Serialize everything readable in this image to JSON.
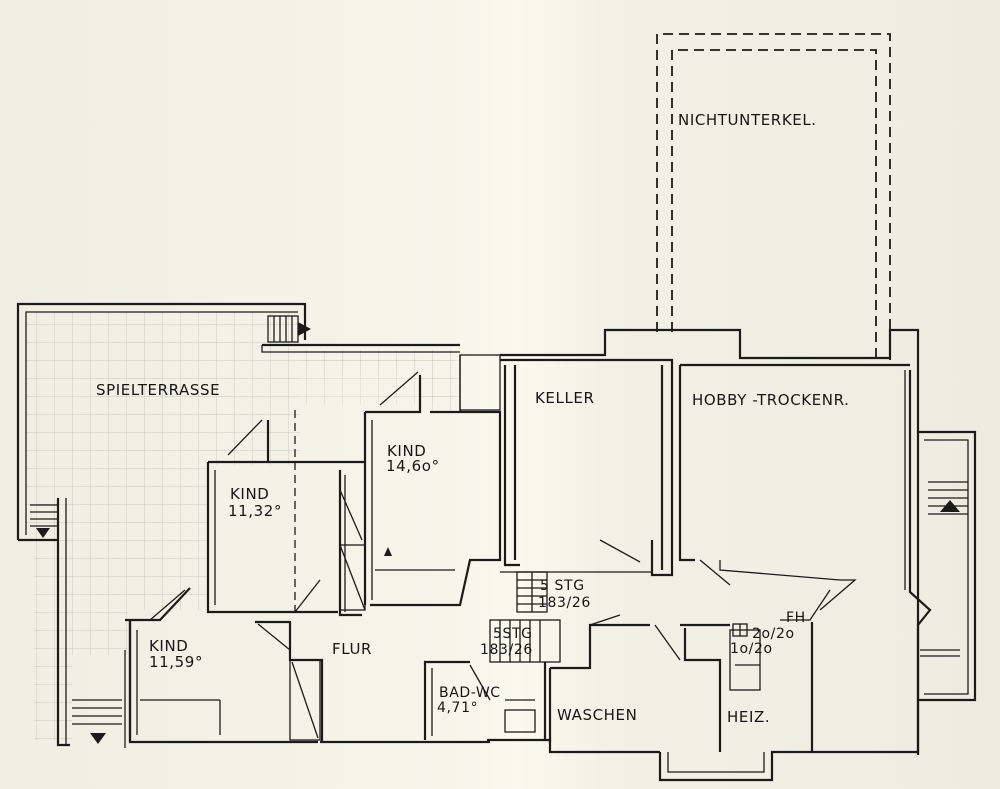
{
  "rooms": {
    "nichtunterkel": "NICHTUNTERKEL.",
    "spielterrasse": "SPIELTERRASSE",
    "keller": "KELLER",
    "hobby": "HOBBY -TROCKENR.",
    "kind_1": {
      "name": "KIND",
      "area": "14,6o°"
    },
    "kind_2": {
      "name": "KIND",
      "area": "11,32°"
    },
    "kind_3": {
      "name": "KIND",
      "area": "11,59°"
    },
    "flur": "FLUR",
    "bad_wc": {
      "name": "BAD-WC",
      "area": "4,71°"
    },
    "waschen": "WASCHEN",
    "heiz": "HEIZ."
  },
  "stairs": {
    "upper": {
      "steps": "5 STG",
      "size": "183/26"
    },
    "lower": {
      "steps": "5STG",
      "size": "183/26"
    }
  },
  "fh": {
    "label": "FH",
    "size_1": "2o/2o",
    "size_2": "1o/2o"
  }
}
